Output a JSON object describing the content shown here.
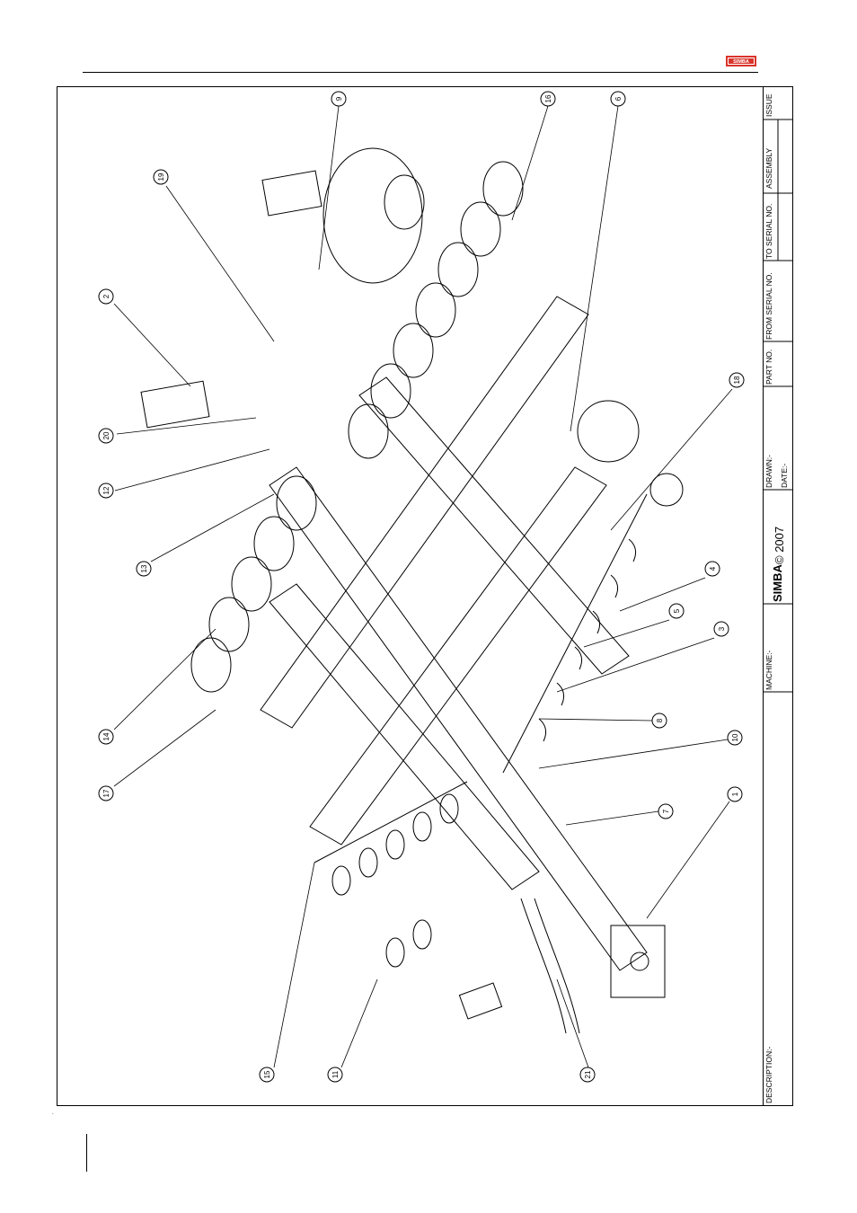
{
  "logo": {
    "text": "SIMBA",
    "icon": "simba-logo-icon",
    "color": "#d9342b"
  },
  "title_block": {
    "description_label": "DESCRIPTION:-",
    "machine_label": "MACHINE:-",
    "brand": "SIMBA",
    "copyright": "© 2007",
    "drawn_label": "DRAWN:-",
    "date_label": "DATE:-",
    "part_no_label": "PART NO.",
    "from_serial_label": "FROM SERIAL NO.",
    "to_serial_label": "TO SERIAL NO.",
    "assembly_label": "ASSEMBLY",
    "issue_label": "ISSUE"
  },
  "callouts": [
    "1",
    "2",
    "3",
    "4",
    "5",
    "6",
    "7",
    "8",
    "9",
    "10",
    "11",
    "12",
    "13",
    "14",
    "15",
    "16",
    "17",
    "18",
    "19",
    "20",
    "21"
  ]
}
